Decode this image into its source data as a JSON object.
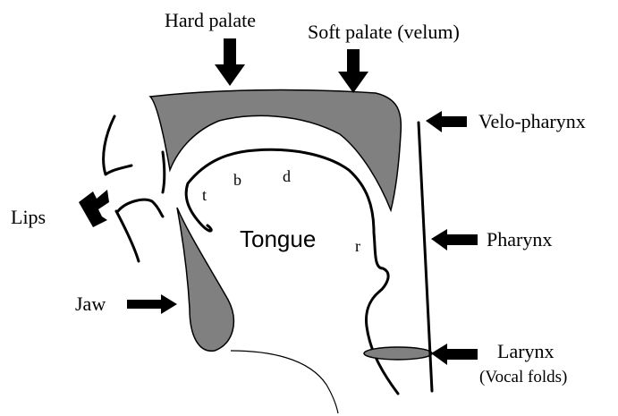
{
  "labels": {
    "hard_palate": "Hard palate",
    "soft_palate": "Soft palate (velum)",
    "velo_pharynx": "Velo-pharynx",
    "lips": "Lips",
    "pharynx": "Pharynx",
    "jaw": "Jaw",
    "larynx": "Larynx",
    "vocal_folds": "(Vocal folds)",
    "tongue": "Tongue",
    "point_t": "t",
    "point_b": "b",
    "point_d": "d",
    "point_r": "r"
  },
  "colors": {
    "tissue": "#808080",
    "outline": "#000000",
    "background": "#ffffff"
  }
}
